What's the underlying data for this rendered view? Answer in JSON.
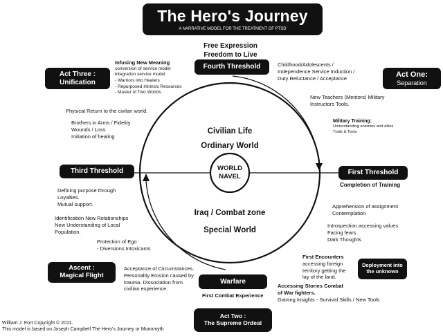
{
  "title": "The Hero's Journey",
  "subtitle": "A NARRATIVE MODEL FOR THE TREATMENT OF PTSD",
  "top_label": {
    "line1": "Free Expression",
    "line2": "Freedom to Live"
  },
  "stages": {
    "fourth_threshold": "Fourth Threshold",
    "act_three": {
      "line1": "Act Three :",
      "line2": "Unification"
    },
    "act_one": {
      "line1": "Act One:",
      "line2": "Separation"
    },
    "third_threshold": "Third Threshold",
    "first_threshold": "First Threshold",
    "first_threshold_sub": "Completion of Training",
    "ascent": {
      "line1": "Ascent :",
      "line2": "Magical Flight"
    },
    "warfare": "Warfare",
    "warfare_sub": "First Combat Experience",
    "deployment": {
      "line1": "Deployment into",
      "line2": "the unknown"
    },
    "act_two": {
      "line1": "Act Two :",
      "line2": "The Supreme Ordeal"
    }
  },
  "circle": {
    "upper_line1": "Civilian Life",
    "upper_line2": "Ordinary World",
    "center_line1": "WORLD",
    "center_line2": "NAVEL",
    "lower_line1": "Iraq / Combat zone",
    "lower_line2": "Special World"
  },
  "notes": {
    "infusing": {
      "heading": "Infusing New Meaning",
      "lines": [
        "conversion of service model",
        "integration service model",
        "- Warriors into Healers",
        "- Repurposed Intrinsic Resources",
        "- Master of Two Worlds"
      ]
    },
    "childhood": [
      "Childhood/Adolescents /",
      "Independence Service Induction /",
      "Duty Reluctance / Acceptance"
    ],
    "mentors": [
      "New Teachers (Mentors) Military",
      "Instructors Tools."
    ],
    "military_training": {
      "heading": "Military Training:",
      "lines": [
        "Understanding enemies and allies",
        "Trails & Tests"
      ]
    },
    "physical_return": [
      "Physical Return to the civilan world."
    ],
    "brothers": [
      "Brothers in Arms / Fidelity",
      "Wounds / Loss",
      "Initiation of healing"
    ],
    "purpose": [
      "Defining purpose through",
      "Loyalties.",
      "Mutual support."
    ],
    "identification": [
      "Identification New Relationships",
      "New Understanding of Local",
      "Population."
    ],
    "protection": [
      "Protection of Ego",
      "- Diversions Intoxicants"
    ],
    "acceptance": [
      "Acceptance of Circumstances.",
      "Personality Erosion caused by",
      "trauma. Dissociation from",
      "civilian experience."
    ],
    "apprehension": [
      "Apprehension of assignment",
      "Contemplation"
    ],
    "introspection": [
      "Introspection accessing values",
      "Facing fears",
      "Dark Thoughts"
    ],
    "first_encounters": {
      "heading": "First Encounters",
      "lines": [
        "accessing foreign",
        "territory getting the",
        "lay of the land."
      ]
    },
    "accessing_stories": {
      "heading1": "Accessing Stories Combat",
      "heading2": "of War fighters.",
      "line": "Gaining Insights - Survival Skills / New Tools"
    }
  },
  "footer": {
    "line1": "William J. Fort Copyright © 2011.",
    "line2": "This model is based on Joseph Campbell The Hero's Journey or Monomyth"
  }
}
